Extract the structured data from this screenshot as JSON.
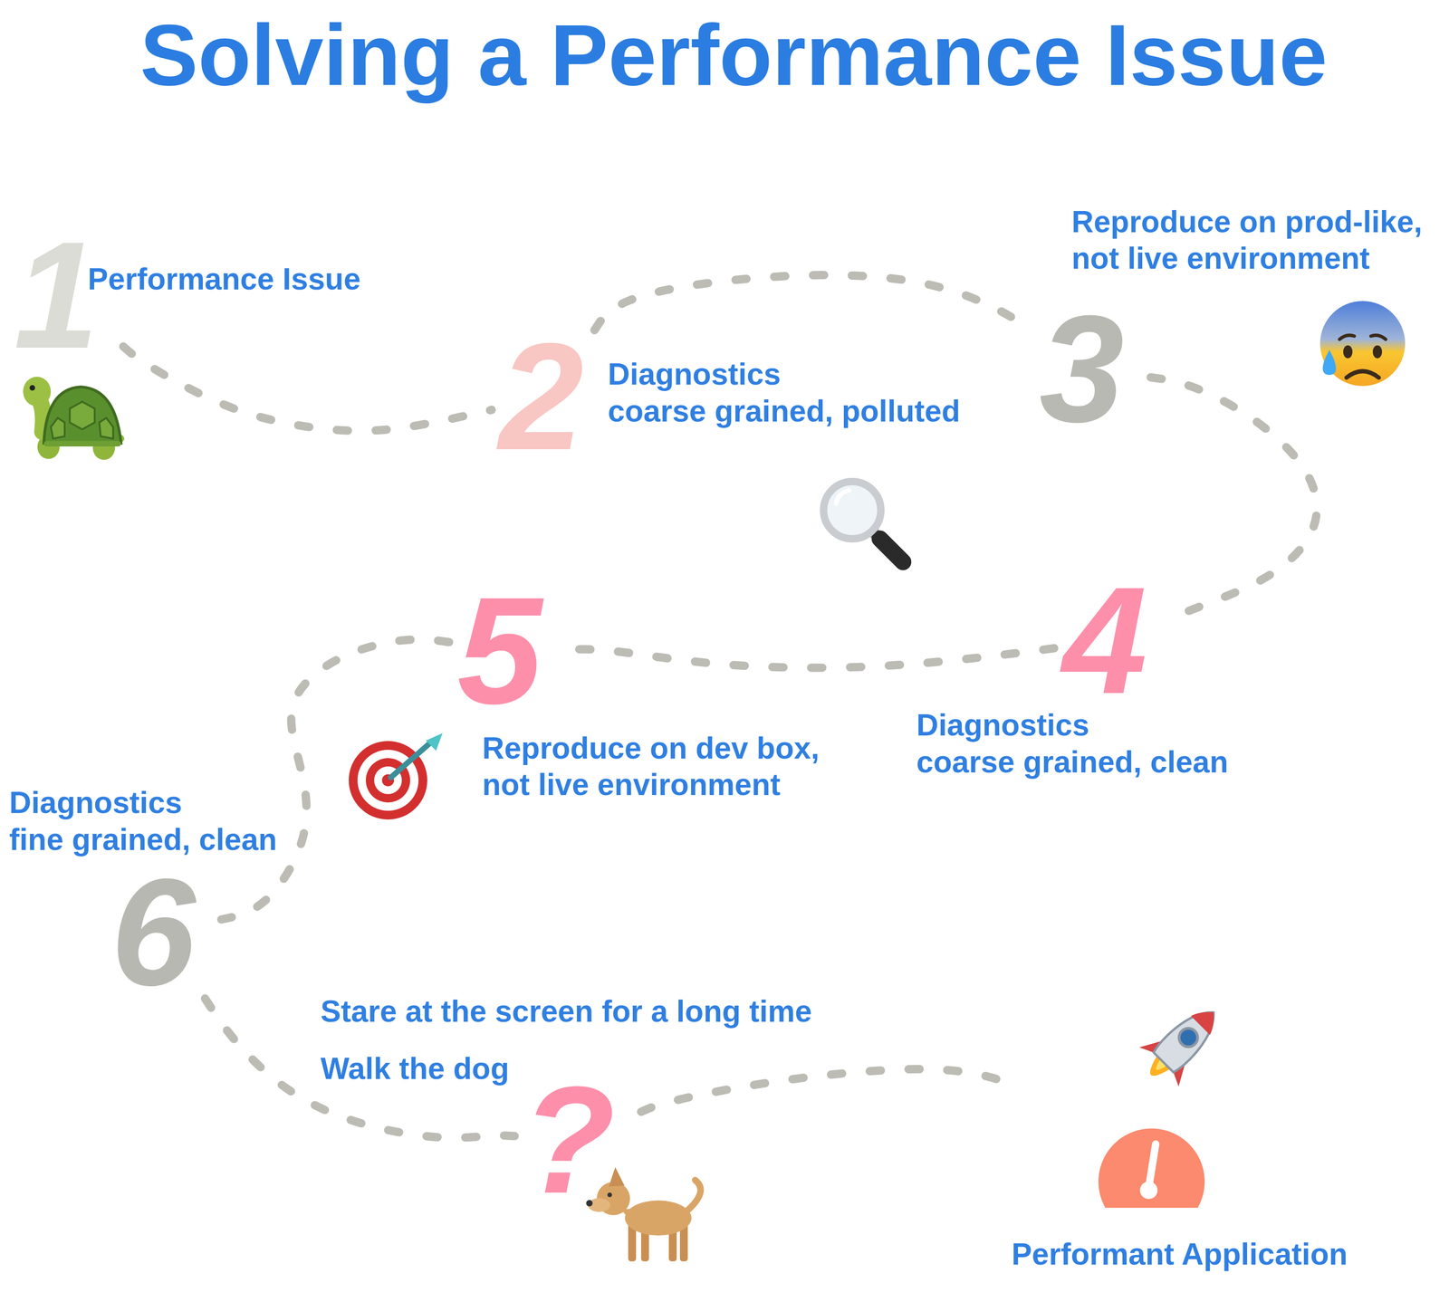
{
  "diagram": {
    "title": "Solving a Performance Issue",
    "nodes": [
      {
        "text": [
          "1",
          "Performance Issue"
        ]
      },
      {
        "text": [
          "2",
          "Diagnostics",
          "coarse grained, polluted"
        ]
      },
      {
        "text": [
          "3",
          "Reproduce on prod-like, not live environment"
        ]
      },
      {
        "text": [
          "4",
          "Diagnostics",
          "coarse grained, clean"
        ]
      },
      {
        "text": [
          "5",
          "Reproduce on dev box, not live environment"
        ]
      },
      {
        "text": [
          "6",
          "Diagnostics",
          "fine grained, clean"
        ]
      },
      {
        "text": [
          "?",
          "Stare at the screen for a long time",
          "Walk the dog"
        ]
      },
      {
        "text": [
          "Performant Application"
        ]
      }
    ],
    "edges": [
      {
        "from": 0,
        "to": 1,
        "arrow": "none"
      },
      {
        "from": 1,
        "to": 2,
        "arrow": "none"
      },
      {
        "from": 2,
        "to": 3,
        "arrow": "none"
      },
      {
        "from": 3,
        "to": 4,
        "arrow": "none"
      },
      {
        "from": 4,
        "to": 5,
        "arrow": "none"
      },
      {
        "from": 5,
        "to": 6,
        "arrow": "none"
      },
      {
        "from": 6,
        "to": 7,
        "arrow": "none"
      }
    ]
  }
}
